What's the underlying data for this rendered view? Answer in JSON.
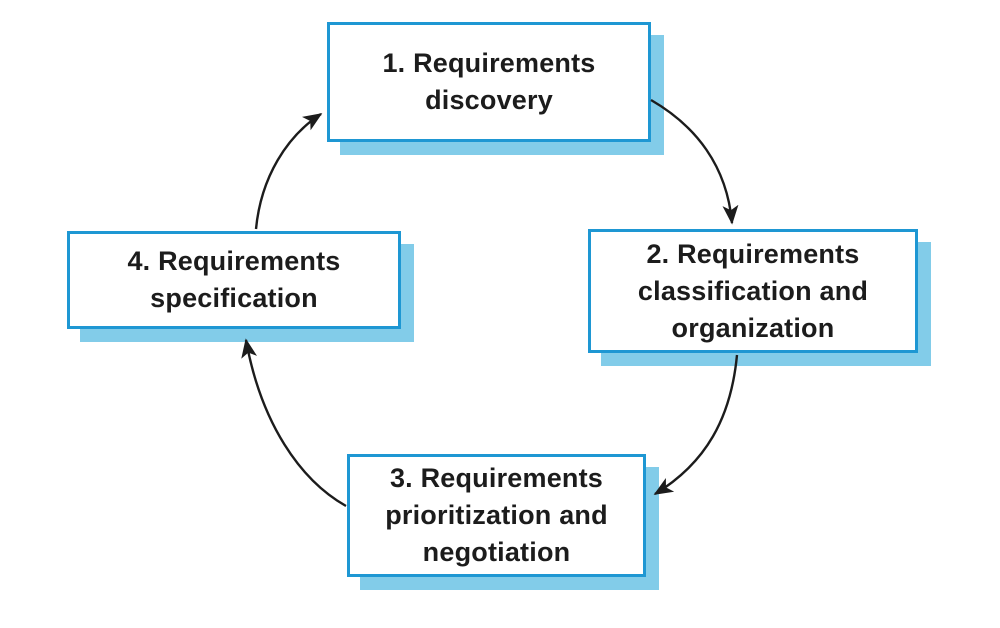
{
  "diagram": {
    "type": "cycle",
    "nodes": [
      {
        "id": "step-1",
        "name": "requirements-discovery",
        "lines": [
          "1. Requirements",
          "discovery"
        ]
      },
      {
        "id": "step-2",
        "name": "requirements-classification-and-organization",
        "lines": [
          "2. Requirements",
          "classification and",
          "organization"
        ]
      },
      {
        "id": "step-3",
        "name": "requirements-prioritization-and-negotiation",
        "lines": [
          "3. Requirements",
          "prioritization and",
          "negotiation"
        ]
      },
      {
        "id": "step-4",
        "name": "requirements-specification",
        "lines": [
          "4. Requirements",
          "specification"
        ]
      }
    ],
    "edges": [
      {
        "from": "step-1",
        "to": "step-2"
      },
      {
        "from": "step-2",
        "to": "step-3"
      },
      {
        "from": "step-3",
        "to": "step-4"
      },
      {
        "from": "step-4",
        "to": "step-1"
      }
    ],
    "colors": {
      "box_border": "#1e97d3",
      "box_shadow": "#82cce9",
      "arrow": "#1c1c1c",
      "text": "#1c1c1c",
      "background": "#ffffff"
    }
  }
}
